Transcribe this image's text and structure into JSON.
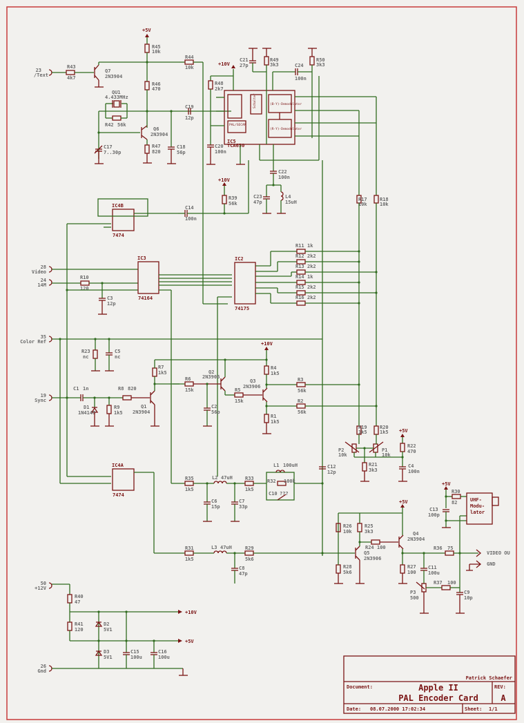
{
  "title_block": {
    "author": "Patrick Schaefer",
    "document_label": "Document:",
    "title_line1": "Apple II",
    "title_line2": "PAL Encoder Card",
    "rev_label": "REV:",
    "rev": "A",
    "date_label": "Date:",
    "date": "08.07.2000 17:02:34",
    "sheet_label": "Sheet:",
    "sheet": "1/1"
  },
  "connectors": {
    "text": {
      "pin": "23",
      "name": "/Text"
    },
    "video": {
      "pin": "28",
      "name": "Video"
    },
    "m14": {
      "pin": "24",
      "name": "14M"
    },
    "color_ref": {
      "pin": "35",
      "name": "Color Ref"
    },
    "sync": {
      "pin": "19",
      "name": "Sync"
    },
    "p12v": {
      "pin": "50",
      "name": "+12V"
    },
    "gnd": {
      "pin": "26",
      "name": "Gnd"
    },
    "video_out": "VIDEO OU",
    "gnd_out": "GND"
  },
  "rails": {
    "p5v": "+5V",
    "p10v": "+10V"
  },
  "ics": {
    "ic5": {
      "ref": "IC5",
      "part": "TCA650",
      "blocks": [
        "PAL/SECAM",
        "Schalter",
        "(B-Y)-Demodulator",
        "(R-Y)-Demodulator"
      ]
    },
    "ic4b": {
      "ref": "IC4B",
      "part": "7474"
    },
    "ic4a": {
      "ref": "IC4A",
      "part": "7474"
    },
    "ic3": {
      "ref": "IC3",
      "part": "74164"
    },
    "ic2": {
      "ref": "IC2",
      "part": "74175"
    },
    "uhf": {
      "line1": "UHF-",
      "line2": "Modu-",
      "line3": "lator"
    }
  },
  "transistors": {
    "q7": {
      "ref": "Q7",
      "part": "2N3904"
    },
    "q6": {
      "ref": "Q6",
      "part": "2N3904"
    },
    "q1": {
      "ref": "Q1",
      "part": "2N3904"
    },
    "q2": {
      "ref": "Q2",
      "part": "2N3906"
    },
    "q3": {
      "ref": "Q3",
      "part": "2N3906"
    },
    "q4": {
      "ref": "Q4",
      "part": "2N3904"
    },
    "q5": {
      "ref": "Q5",
      "part": "2N3906"
    }
  },
  "crystal": {
    "ref": "QU1",
    "value": "4.433MHz"
  },
  "resistors": {
    "r43": {
      "ref": "R43",
      "value": "4k7"
    },
    "r45": {
      "ref": "R45",
      "value": "10k"
    },
    "r46": {
      "ref": "R46",
      "value": "470"
    },
    "r42": {
      "ref": "R42",
      "value": "56k"
    },
    "r47": {
      "ref": "R47",
      "value": "820"
    },
    "r44": {
      "ref": "R44",
      "value": "10k"
    },
    "r48": {
      "ref": "R48",
      "value": "2k7"
    },
    "r49": {
      "ref": "R49",
      "value": "3k3"
    },
    "r50": {
      "ref": "R50",
      "value": "3k3"
    },
    "r39": {
      "ref": "R39",
      "value": "56k"
    },
    "r17": {
      "ref": "R17",
      "value": "10k"
    },
    "r18": {
      "ref": "R18",
      "value": "10k"
    },
    "r10": {
      "ref": "R10",
      "value": "120"
    },
    "r11": {
      "ref": "R11",
      "value": "1k"
    },
    "r12": {
      "ref": "R12",
      "value": "2k2"
    },
    "r13": {
      "ref": "R13",
      "value": "2k2"
    },
    "r14": {
      "ref": "R14",
      "value": "1k"
    },
    "r15": {
      "ref": "R15",
      "value": "2k2"
    },
    "r16": {
      "ref": "R16",
      "value": "2k2"
    },
    "r23": {
      "ref": "R23",
      "value": "nc"
    },
    "r7": {
      "ref": "R7",
      "value": "1k5"
    },
    "r4": {
      "ref": "R4",
      "value": "1k5"
    },
    "r6": {
      "ref": "R6",
      "value": "15k"
    },
    "r5": {
      "ref": "R5",
      "value": "15k"
    },
    "r3": {
      "ref": "R3",
      "value": "56k"
    },
    "r2": {
      "ref": "R2",
      "value": "56k"
    },
    "r1": {
      "ref": "R1",
      "value": "1k5"
    },
    "r8": {
      "ref": "R8",
      "value": "820"
    },
    "r9": {
      "ref": "R9",
      "value": "1k5"
    },
    "r19": {
      "ref": "R19",
      "value": "1k5"
    },
    "r20": {
      "ref": "R20",
      "value": "1k5"
    },
    "r21": {
      "ref": "R21",
      "value": "3k3"
    },
    "r22": {
      "ref": "R22",
      "value": "470"
    },
    "r35": {
      "ref": "R35",
      "value": "1k5"
    },
    "r33": {
      "ref": "R33",
      "value": "1k5"
    },
    "r32": {
      "ref": "R32",
      "value": "100k"
    },
    "r31": {
      "ref": "R31",
      "value": "1k5"
    },
    "r29": {
      "ref": "R29",
      "value": "5k6"
    },
    "r30": {
      "ref": "R30",
      "value": "82"
    },
    "r26": {
      "ref": "R26",
      "value": "10k"
    },
    "r25": {
      "ref": "R25",
      "value": "3k3"
    },
    "r24": {
      "ref": "R24",
      "value": "100"
    },
    "r28": {
      "ref": "R28",
      "value": "5k6"
    },
    "r27": {
      "ref": "R27",
      "value": "100"
    },
    "r36": {
      "ref": "R36",
      "value": "75"
    },
    "r37": {
      "ref": "R37",
      "value": "100"
    },
    "r40": {
      "ref": "R40",
      "value": "47"
    },
    "r41": {
      "ref": "R41",
      "value": "120"
    }
  },
  "capacitors": {
    "c17": {
      "ref": "C17",
      "value": "7..30p"
    },
    "c18": {
      "ref": "C18",
      "value": "56p"
    },
    "c19": {
      "ref": "C19",
      "value": "12p"
    },
    "c20": {
      "ref": "C20",
      "value": "100n"
    },
    "c21": {
      "ref": "C21",
      "value": "27p"
    },
    "c24": {
      "ref": "C24",
      "value": "100n"
    },
    "c22": {
      "ref": "C22",
      "value": "100n"
    },
    "c23": {
      "ref": "C23",
      "value": "47p"
    },
    "c14": {
      "ref": "C14",
      "value": "100n"
    },
    "c3": {
      "ref": "C3",
      "value": "12p"
    },
    "c5": {
      "ref": "C5",
      "value": "nc"
    },
    "c1": {
      "ref": "C1",
      "value": "1n"
    },
    "c2": {
      "ref": "C2",
      "value": "56p"
    },
    "c4": {
      "ref": "C4",
      "value": "100n"
    },
    "c12": {
      "ref": "C12",
      "value": "12p"
    },
    "c6": {
      "ref": "C6",
      "value": "15p"
    },
    "c7": {
      "ref": "C7",
      "value": "33p"
    },
    "c10": {
      "ref": "C10",
      "value": "???"
    },
    "c8": {
      "ref": "C8",
      "value": "47p"
    },
    "c13": {
      "ref": "C13",
      "value": "100p"
    },
    "c11": {
      "ref": "C11",
      "value": "100u"
    },
    "c9": {
      "ref": "C9",
      "value": "10p"
    },
    "c15": {
      "ref": "C15",
      "value": "100u"
    },
    "c16": {
      "ref": "C16",
      "value": "100u"
    }
  },
  "inductors": {
    "l4": {
      "ref": "L4",
      "value": "15uH"
    },
    "l1": {
      "ref": "L1",
      "value": "100uH"
    },
    "l2": {
      "ref": "L2",
      "value": "47uH"
    },
    "l3": {
      "ref": "L3",
      "value": "47uH"
    }
  },
  "diodes": {
    "d1": {
      "ref": "D1",
      "value": "1N4148"
    },
    "d2": {
      "ref": "D2",
      "value": "5V1"
    },
    "d3": {
      "ref": "D3",
      "value": "5V1"
    }
  },
  "pots": {
    "p1": {
      "ref": "P1",
      "value": "10k"
    },
    "p2": {
      "ref": "P2",
      "value": "10k"
    },
    "p3": {
      "ref": "P3",
      "value": "500"
    }
  }
}
